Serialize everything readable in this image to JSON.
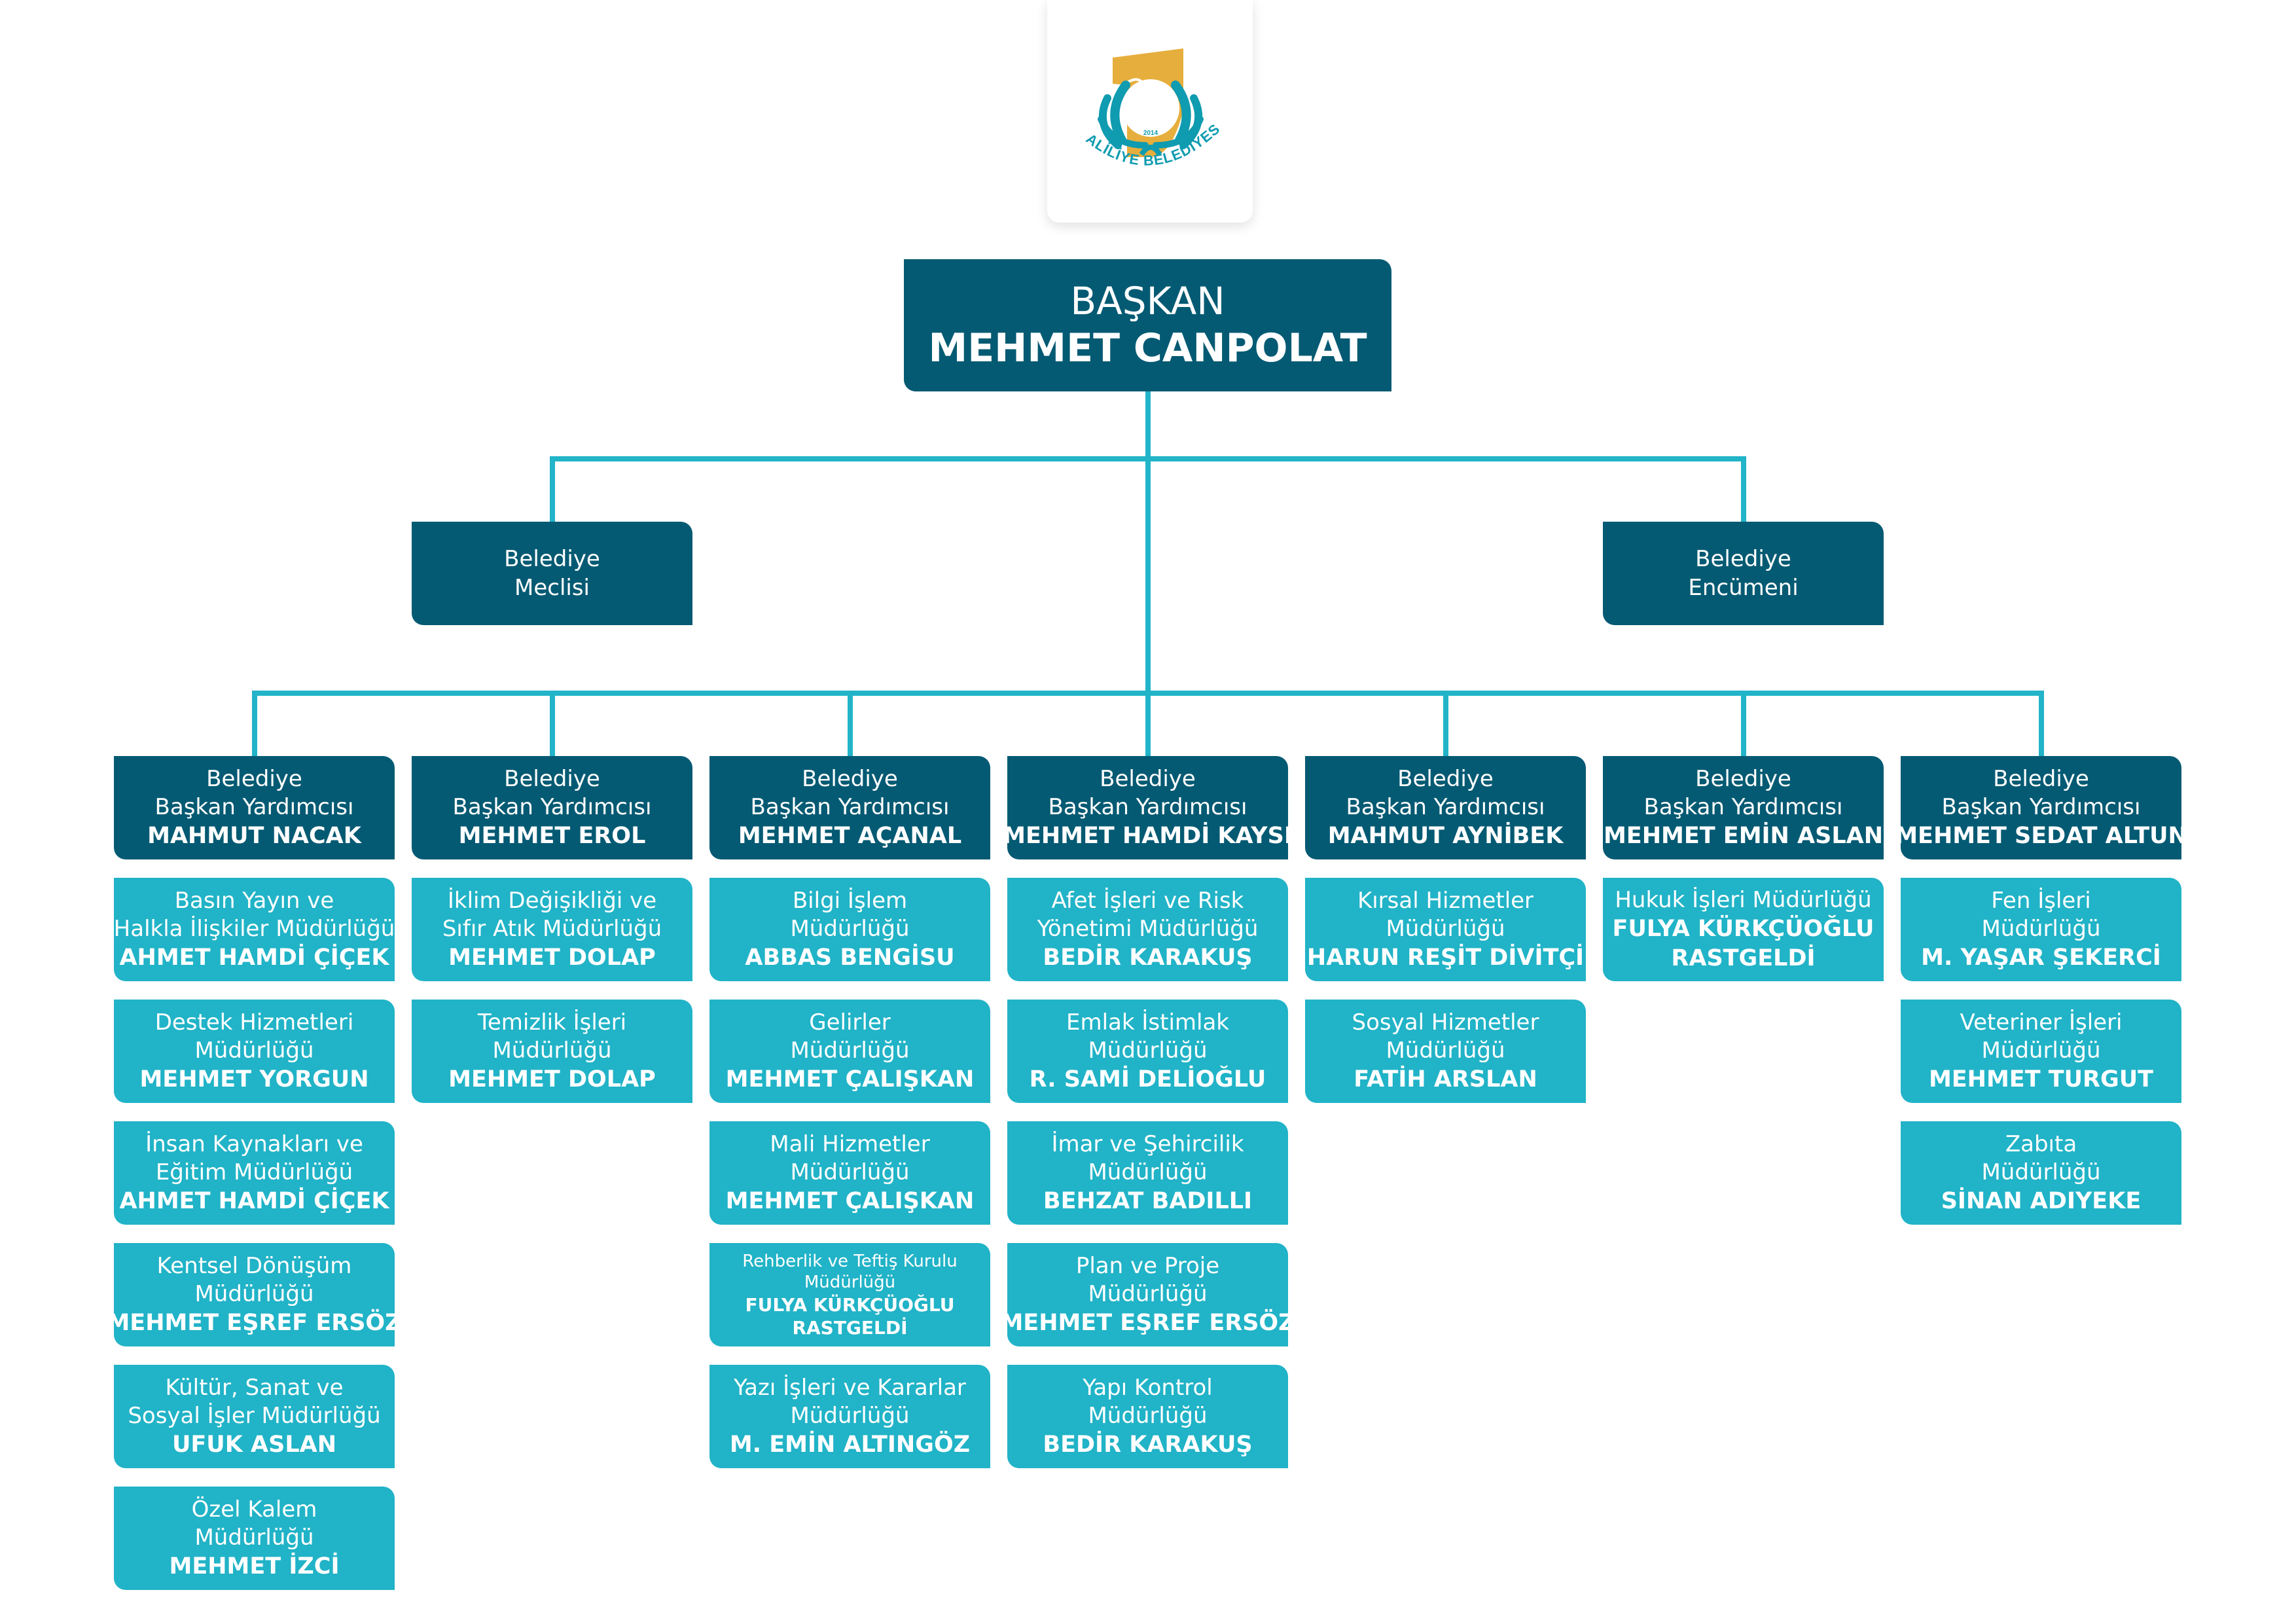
{
  "logo": {
    "icon": "haliliye-belediyesi-logo",
    "text": "HALİLİYE BELEDİYESİ",
    "year": "2014",
    "colors": {
      "gold": "#e6ae3c",
      "teal": "#0f9bb0"
    }
  },
  "colors": {
    "dark_box": "#055a73",
    "light_box": "#21b3c7",
    "connector": "#22b4c8",
    "text": "#ffffff"
  },
  "president": {
    "title": "BAŞKAN",
    "name": "MEHMET CANPOLAT"
  },
  "councils": [
    {
      "lines": [
        "Belediye",
        "Meclisi"
      ]
    },
    {
      "lines": [
        "Belediye",
        "Encümeni"
      ]
    }
  ],
  "columns": [
    {
      "head": {
        "lines": [
          "Belediye",
          "Başkan Yardımcısı"
        ],
        "name": "MAHMUT NACAK"
      },
      "units": [
        {
          "lines": [
            "Basın Yayın ve",
            "Halkla İlişkiler Müdürlüğü"
          ],
          "names": [
            "AHMET HAMDİ ÇİÇEK"
          ]
        },
        {
          "lines": [
            "Destek Hizmetleri",
            "Müdürlüğü"
          ],
          "names": [
            "MEHMET YORGUN"
          ]
        },
        {
          "lines": [
            "İnsan Kaynakları ve",
            "Eğitim Müdürlüğü"
          ],
          "names": [
            "AHMET HAMDİ ÇİÇEK"
          ]
        },
        {
          "lines": [
            "Kentsel Dönüşüm",
            "Müdürlüğü"
          ],
          "names": [
            "MEHMET EŞREF ERSÖZ"
          ]
        },
        {
          "lines": [
            "Kültür, Sanat ve",
            "Sosyal İşler Müdürlüğü"
          ],
          "names": [
            "UFUK ASLAN"
          ]
        },
        {
          "lines": [
            "Özel Kalem",
            "Müdürlüğü"
          ],
          "names": [
            "MEHMET İZCİ"
          ]
        }
      ]
    },
    {
      "head": {
        "lines": [
          "Belediye",
          "Başkan Yardımcısı"
        ],
        "name": "MEHMET EROL"
      },
      "units": [
        {
          "lines": [
            "İklim Değişikliği ve",
            "Sıfır Atık Müdürlüğü"
          ],
          "names": [
            "MEHMET DOLAP"
          ]
        },
        {
          "lines": [
            "Temizlik İşleri",
            "Müdürlüğü"
          ],
          "names": [
            "MEHMET DOLAP"
          ]
        }
      ]
    },
    {
      "head": {
        "lines": [
          "Belediye",
          "Başkan Yardımcısı"
        ],
        "name": "MEHMET AÇANAL"
      },
      "units": [
        {
          "lines": [
            "Bilgi İşlem",
            "Müdürlüğü"
          ],
          "names": [
            "ABBAS BENGİSU"
          ]
        },
        {
          "lines": [
            "Gelirler",
            "Müdürlüğü"
          ],
          "names": [
            "MEHMET ÇALIŞKAN"
          ]
        },
        {
          "lines": [
            "Mali Hizmetler",
            "Müdürlüğü"
          ],
          "names": [
            "MEHMET ÇALIŞKAN"
          ]
        },
        {
          "lines": [
            "Rehberlik ve Teftiş Kurulu",
            "Müdürlüğü"
          ],
          "names": [
            "FULYA KÜRKÇÜOĞLU",
            "RASTGELDİ"
          ],
          "small": true
        },
        {
          "lines": [
            "Yazı İşleri ve Kararlar",
            "Müdürlüğü"
          ],
          "names": [
            "M. EMİN ALTINGÖZ"
          ]
        }
      ]
    },
    {
      "head": {
        "lines": [
          "Belediye",
          "Başkan Yardımcısı"
        ],
        "name": "MEHMET HAMDİ KAYSI"
      },
      "units": [
        {
          "lines": [
            "Afet İşleri ve Risk",
            "Yönetimi Müdürlüğü"
          ],
          "names": [
            "BEDİR KARAKUŞ"
          ]
        },
        {
          "lines": [
            "Emlak İstimlak",
            "Müdürlüğü"
          ],
          "names": [
            "R. SAMİ DELİOĞLU"
          ]
        },
        {
          "lines": [
            "İmar ve Şehircilik",
            "Müdürlüğü"
          ],
          "names": [
            "BEHZAT BADILLI"
          ]
        },
        {
          "lines": [
            "Plan ve Proje",
            "Müdürlüğü"
          ],
          "names": [
            "MEHMET EŞREF ERSÖZ"
          ]
        },
        {
          "lines": [
            "Yapı Kontrol",
            "Müdürlüğü"
          ],
          "names": [
            "BEDİR KARAKUŞ"
          ]
        }
      ]
    },
    {
      "head": {
        "lines": [
          "Belediye",
          "Başkan Yardımcısı"
        ],
        "name": "MAHMUT AYNİBEK"
      },
      "units": [
        {
          "lines": [
            "Kırsal Hizmetler",
            "Müdürlüğü"
          ],
          "names": [
            "HARUN REŞİT DİVİTÇİ"
          ]
        },
        {
          "lines": [
            "Sosyal Hizmetler",
            "Müdürlüğü"
          ],
          "names": [
            "FATİH ARSLAN"
          ]
        }
      ]
    },
    {
      "head": {
        "lines": [
          "Belediye",
          "Başkan Yardımcısı"
        ],
        "name": "MEHMET EMİN ASLAN"
      },
      "units": [
        {
          "lines": [
            "Hukuk İşleri Müdürlüğü"
          ],
          "names": [
            "FULYA KÜRKÇÜOĞLU",
            "RASTGELDİ"
          ]
        }
      ]
    },
    {
      "head": {
        "lines": [
          "Belediye",
          "Başkan Yardımcısı"
        ],
        "name": "MEHMET SEDAT ALTUN"
      },
      "units": [
        {
          "lines": [
            "Fen İşleri",
            "Müdürlüğü"
          ],
          "names": [
            "M. YAŞAR ŞEKERCİ"
          ]
        },
        {
          "lines": [
            "Veteriner İşleri",
            "Müdürlüğü"
          ],
          "names": [
            "MEHMET TURGUT"
          ]
        },
        {
          "lines": [
            "Zabıta",
            "Müdürlüğü"
          ],
          "names": [
            "SİNAN ADIYEKE"
          ]
        }
      ]
    }
  ]
}
